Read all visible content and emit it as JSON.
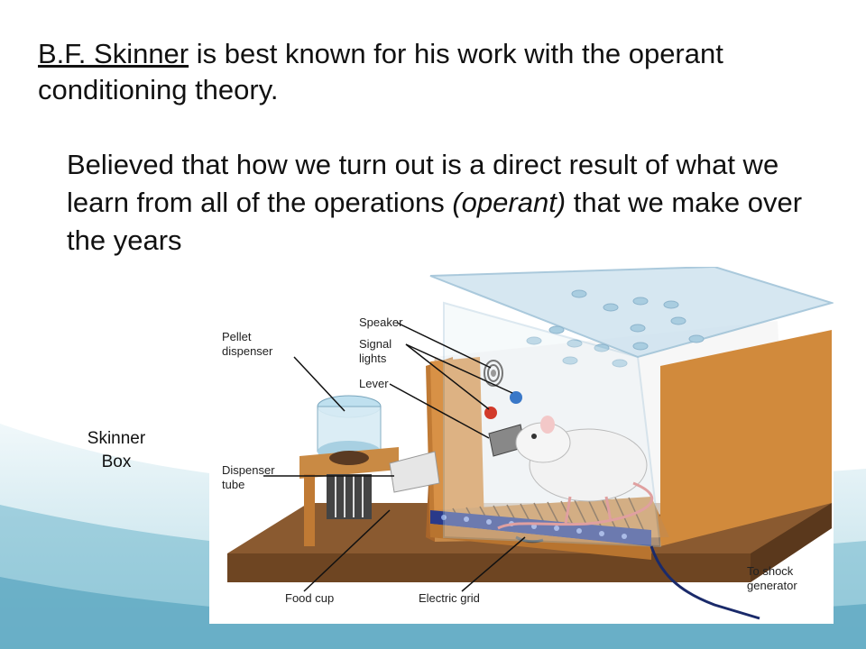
{
  "slide": {
    "heading_name": "B.F. Skinner",
    "heading_rest": " is best known for his work with the operant conditioning theory.",
    "body_before": "Believed that how we turn out is a direct result of what we learn from all of the operations ",
    "body_italic": "(operant)",
    "body_after": " that we make over the years",
    "side_label": "Skinner Box"
  },
  "figure": {
    "labels": {
      "speaker": "Speaker",
      "signal_lights_1": "Signal",
      "signal_lights_2": "lights",
      "lever": "Lever",
      "pellet_dispenser_1": "Pellet",
      "pellet_dispenser_2": "dispenser",
      "dispenser_tube_1": "Dispenser",
      "dispenser_tube_2": "tube",
      "food_cup": "Food cup",
      "electric_grid": "Electric grid",
      "shock_generator_1": "To shock",
      "shock_generator_2": "generator"
    },
    "colors": {
      "wood": "#d18a3c",
      "wood_dark": "#a8652a",
      "glass": "#cfe3ef",
      "grid": "#2a3a8a",
      "base": "#8a5a30",
      "red_light": "#d23a2a",
      "blue_light": "#3a78c8"
    }
  }
}
